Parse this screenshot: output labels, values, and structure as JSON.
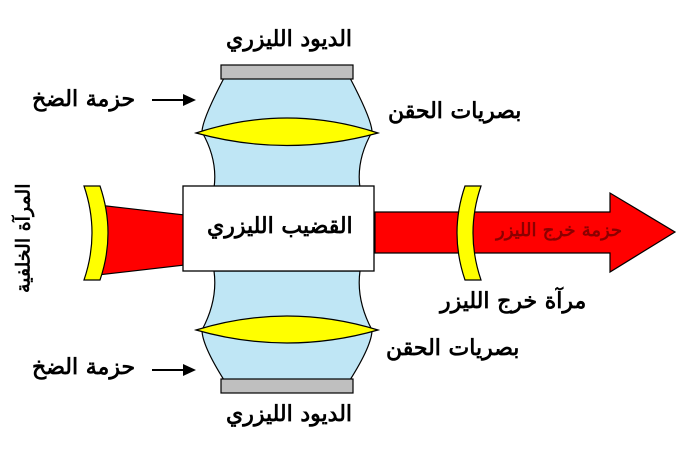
{
  "labels": {
    "laser_diode_top": "الديود الليزري",
    "laser_diode_bottom": "الديود الليزري",
    "pump_beam_top": "حزمة الضخ",
    "pump_beam_bottom": "حزمة الضخ",
    "injection_optics_top": "بصريات الحقن",
    "injection_optics_bottom": "بصريات الحقن",
    "laser_rod": "القضيب الليزري",
    "rear_mirror": "المرآة الخلفية",
    "output_mirror": "مرآة خرج الليزر",
    "output_beam": "حزمة خرج الليزر"
  },
  "colors": {
    "diode_gray": "#bfbfbf",
    "pump_blue": "#bfe6f5",
    "lens_yellow": "#ffff00",
    "beam_red": "#ff0000",
    "rod_white": "#ffffff",
    "output_text": "#8b0000",
    "outline": "#000000"
  }
}
